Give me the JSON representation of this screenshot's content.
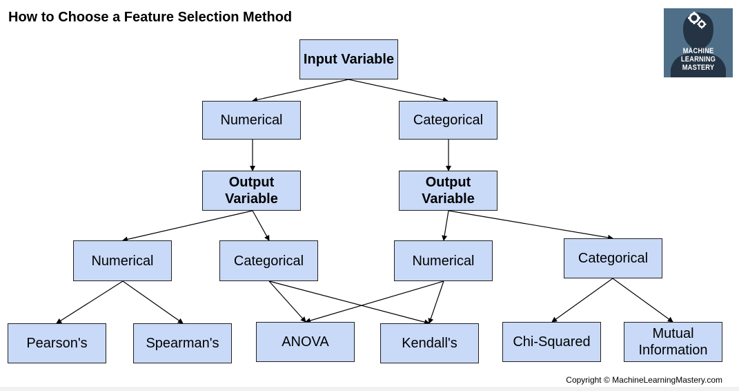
{
  "title": "How to Choose a Feature Selection Method",
  "logo": {
    "line1": "MACHINE",
    "line2": "LEARNING",
    "line3": "MASTERY",
    "icon": "gear-head-icon",
    "background": "#4f6f88"
  },
  "colors": {
    "node_fill": "#c9daf8",
    "node_border": "#1f1f1f",
    "connector": "#000000"
  },
  "nodes": {
    "input_variable": "Input Variable",
    "input_numerical": "Numerical",
    "input_categorical": "Categorical",
    "output_variable_left": "Output Variable",
    "output_variable_right": "Output Variable",
    "num_num": "Numerical",
    "num_cat": "Categorical",
    "cat_num": "Numerical",
    "cat_cat": "Categorical",
    "pearsons": "Pearson's",
    "spearmans": "Spearman's",
    "anova": "ANOVA",
    "kendalls": "Kendall's",
    "chi_squared": "Chi-Squared",
    "mutual_information": "Mutual Information"
  },
  "edges": [
    [
      "input_variable",
      "input_numerical"
    ],
    [
      "input_variable",
      "input_categorical"
    ],
    [
      "input_numerical",
      "output_variable_left"
    ],
    [
      "input_categorical",
      "output_variable_right"
    ],
    [
      "output_variable_left",
      "num_num"
    ],
    [
      "output_variable_left",
      "num_cat"
    ],
    [
      "output_variable_right",
      "cat_num"
    ],
    [
      "output_variable_right",
      "cat_cat"
    ],
    [
      "num_num",
      "pearsons"
    ],
    [
      "num_num",
      "spearmans"
    ],
    [
      "num_cat",
      "anova"
    ],
    [
      "num_cat",
      "kendalls"
    ],
    [
      "cat_num",
      "anova"
    ],
    [
      "cat_num",
      "kendalls"
    ],
    [
      "cat_cat",
      "chi_squared"
    ],
    [
      "cat_cat",
      "mutual_information"
    ]
  ],
  "footer": "Copyright © MachineLearningMastery.com"
}
